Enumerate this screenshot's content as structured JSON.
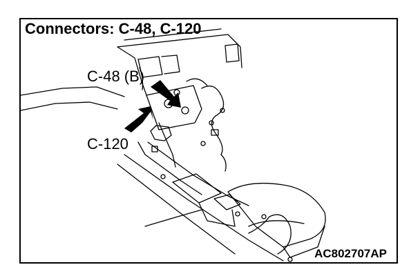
{
  "diagram": {
    "title": "Connectors: C-48, C-120",
    "callouts": [
      {
        "id": "c48",
        "label": "C-48 (B)"
      },
      {
        "id": "c120",
        "label": "C-120"
      }
    ],
    "figure_id": "AC802707AP"
  }
}
